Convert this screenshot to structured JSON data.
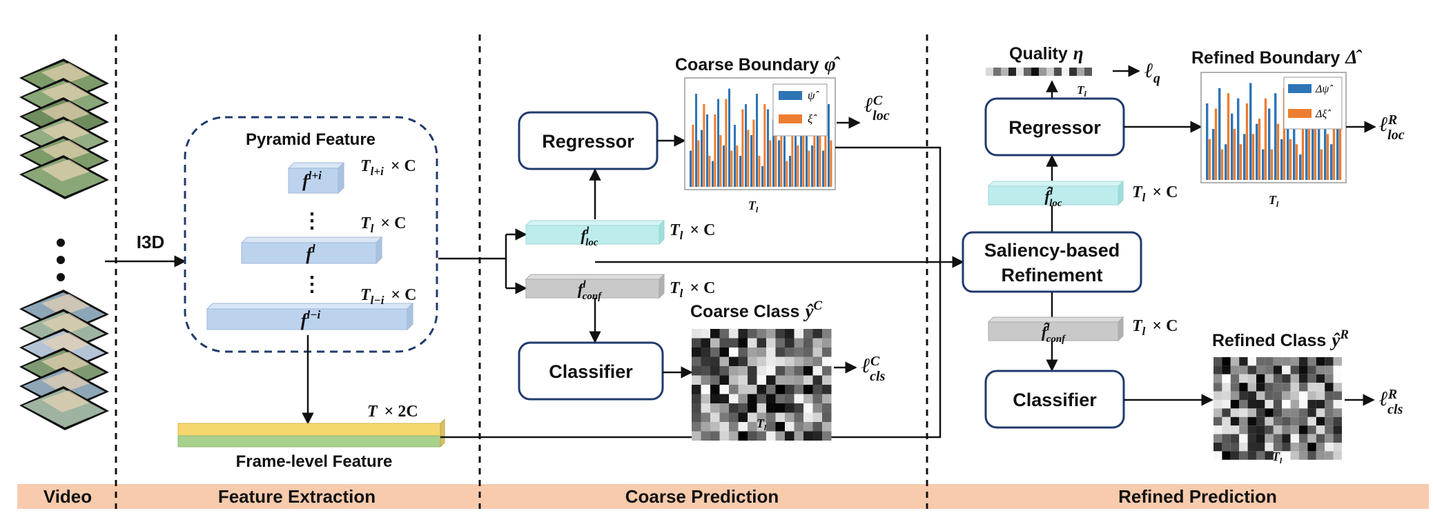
{
  "stages": {
    "video": "Video",
    "feature_extraction": "Feature Extraction",
    "coarse_prediction": "Coarse Prediction",
    "refined_prediction": "Refined Prediction"
  },
  "labels": {
    "i3d": "I3D",
    "pyramid_feature": "Pyramid Feature",
    "frame_level_feature": "Frame-level Feature",
    "regressor": "Regressor",
    "classifier": "Classifier",
    "saliency_line1": "Saliency-based",
    "saliency_line2": "Refinement",
    "coarse_boundary": "Coarse Boundary",
    "coarse_class": "Coarse Class",
    "refined_boundary": "Refined Boundary",
    "refined_class": "Refined Class",
    "quality": "Quality",
    "vdots": "⋮"
  },
  "math": {
    "phi_hat": "φ̂",
    "eta": "η",
    "delta_hat": "Δ̂",
    "y_hat": "ŷ",
    "sup_c": "C",
    "sup_r": "R",
    "f": "f",
    "f_hat": "f̂",
    "sup_l_plus_i": "l+i",
    "sup_l": "l",
    "sup_l_minus_i": "l−i",
    "sub_loc": "loc",
    "sub_conf": "conf",
    "ell": "ℓ",
    "sub_cls": "cls",
    "sub_q": "q",
    "t_l": "T",
    "sub_l": "l"
  },
  "dims": {
    "t_l_plus_i": "T",
    "t_l_plus_i_sub": "l+i",
    "t_l_minus_i_sub": "l−i",
    "times_c": "× C",
    "times_2c": "× 2C"
  },
  "legends": {
    "coarse": [
      "ψ̂",
      "ξ̂"
    ],
    "refined": [
      "Δψ̂",
      "Δξ̂"
    ]
  },
  "colors": {
    "box_border": "#1f3a6e",
    "pyramid_block": "#bcd3ee",
    "loc_block": "#bdeced",
    "conf_block": "#c9c9c9",
    "frame_top": "#f5d76e",
    "frame_bottom": "#a9d18e",
    "stage_band": "#f8cbad",
    "series_blue": "#2e75b6",
    "series_orange": "#ed7d31"
  },
  "quality_strip": [
    0.15,
    0.55,
    0.3,
    0.85,
    0.1,
    0.6,
    0.95,
    0.4,
    0.2,
    0.7,
    0.05,
    0.8,
    0.35,
    0.65
  ],
  "coarse_bars": {
    "blue": [
      0.35,
      0.9,
      0.55,
      0.7,
      0.25,
      0.85,
      0.4,
      0.95,
      0.6,
      0.3,
      0.8,
      0.5,
      0.9,
      0.2,
      0.75,
      0.65,
      0.45,
      0.85,
      0.3,
      0.7,
      0.55,
      0.95,
      0.4,
      0.6,
      0.35,
      0.8
    ],
    "orange": [
      0.6,
      0.45,
      0.8,
      0.3,
      0.7,
      0.5,
      0.85,
      0.35,
      0.4,
      0.75,
      0.55,
      0.65,
      0.3,
      0.8,
      0.45,
      0.5,
      0.9,
      0.25,
      0.6,
      0.4,
      0.7,
      0.35,
      0.85,
      0.5,
      0.65,
      0.45
    ]
  },
  "refined_bars": {
    "blue": [
      0.75,
      0.5,
      0.9,
      0.35,
      0.65,
      0.8,
      0.45,
      0.95,
      0.55,
      0.3,
      0.7,
      0.85,
      0.4,
      0.6,
      0.9,
      0.25,
      0.75,
      0.5,
      0.65,
      0.8,
      0.35,
      0.55
    ],
    "orange": [
      0.4,
      0.7,
      0.3,
      0.85,
      0.5,
      0.35,
      0.75,
      0.45,
      0.6,
      0.8,
      0.3,
      0.55,
      0.9,
      0.4,
      0.35,
      0.7,
      0.5,
      0.65,
      0.3,
      0.45,
      0.8,
      0.6
    ]
  }
}
